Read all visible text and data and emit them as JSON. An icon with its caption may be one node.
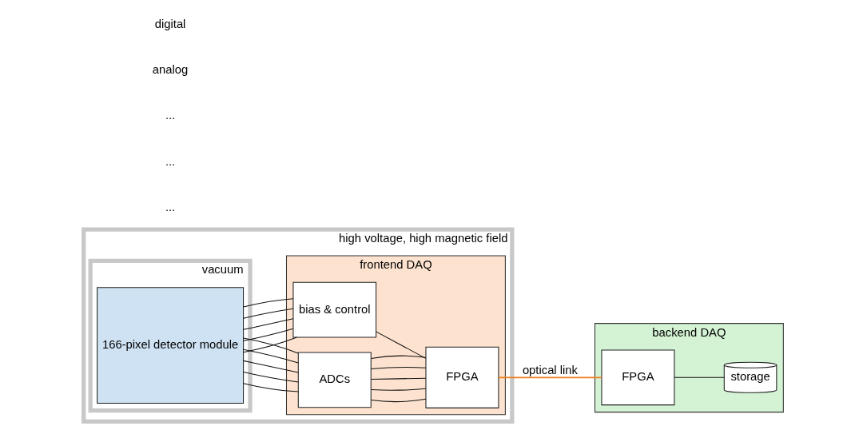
{
  "diagram": {
    "nodes": [
      {
        "text": [
          "high voltage, high magnetic field"
        ]
      },
      {
        "text": [
          "vacuum"
        ],
        "in": 0
      },
      {
        "text": [
          "166-pixel detector module"
        ],
        "in": 1
      },
      {
        "text": [
          "frontend DAQ"
        ],
        "in": 0
      },
      {
        "text": [
          "ADCs"
        ],
        "in": 3
      },
      {
        "text": [
          "bias & control"
        ],
        "in": 3
      },
      {
        "text": [
          "FPGA"
        ],
        "in": 3
      },
      {
        "text": [
          "backend DAQ"
        ]
      },
      {
        "text": [
          "FPGA"
        ],
        "in": 7
      },
      {
        "text": [
          "storage"
        ],
        "in": 7
      }
    ],
    "edges": [
      {
        "from": 2,
        "to": 4,
        "arrow": "none"
      },
      {
        "from": 2,
        "to": 4,
        "arrow": "none"
      },
      {
        "from": 2,
        "to": 4,
        "arrow": "none"
      },
      {
        "from": 2,
        "to": 4,
        "arrow": "none"
      },
      {
        "from": 2,
        "to": 4,
        "arrow": "none"
      },
      {
        "from": 2,
        "to": 5,
        "arrow": "none"
      },
      {
        "from": 2,
        "to": 5,
        "arrow": "none"
      },
      {
        "from": 2,
        "to": 5,
        "arrow": "none"
      },
      {
        "from": 2,
        "to": 5,
        "arrow": "none"
      },
      {
        "from": 2,
        "to": 5,
        "arrow": "none"
      },
      {
        "from": 4,
        "to": 6,
        "arrow": "none"
      },
      {
        "from": 4,
        "to": 6,
        "arrow": "none"
      },
      {
        "from": 4,
        "to": 6,
        "arrow": "none"
      },
      {
        "from": 4,
        "to": 6,
        "arrow": "none"
      },
      {
        "from": 4,
        "to": 6,
        "arrow": "none"
      },
      {
        "from": 5,
        "to": 6,
        "arrow": "none"
      },
      {
        "from": 6,
        "to": 8,
        "arrow": "none",
        "label": "optical link",
        "color": "#f07f1e"
      },
      {
        "from": 8,
        "to": 9,
        "arrow": "none"
      }
    ],
    "labels": [
      "...",
      "...",
      "...",
      "analog",
      "digital"
    ]
  }
}
